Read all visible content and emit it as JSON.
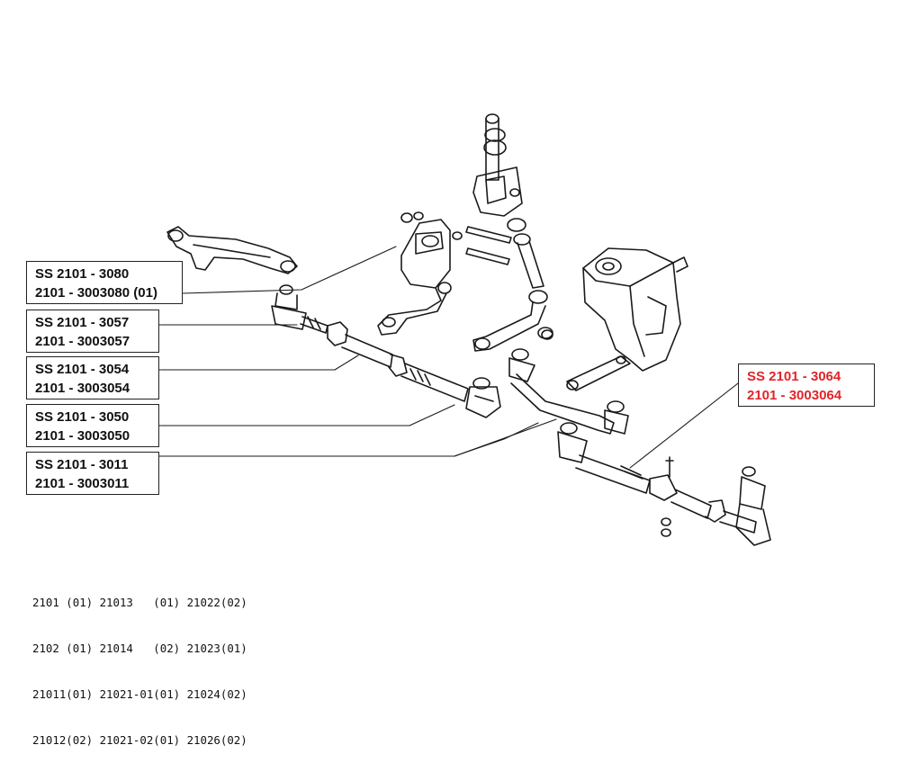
{
  "colors": {
    "part_ink": "#1a1a1a",
    "highlight": "#e0242a"
  },
  "labels": [
    {
      "part": "SS 2101 - 3080",
      "oem": "2101 - 3003080 (01)",
      "highlighted": false
    },
    {
      "part": "SS 2101 - 3057",
      "oem": "2101 - 3003057",
      "highlighted": false
    },
    {
      "part": "SS 2101 - 3054",
      "oem": "2101 - 3003054",
      "highlighted": false
    },
    {
      "part": "SS 2101 - 3050",
      "oem": "2101 - 3003050",
      "highlighted": false
    },
    {
      "part": "SS 2101 - 3011",
      "oem": "2101 - 3003011",
      "highlighted": false
    },
    {
      "part": "SS 2101 - 3064",
      "oem": "2101 - 3003064",
      "highlighted": true
    }
  ],
  "models": [
    "2101 (01) 21013   (01) 21022(02)",
    "2102 (01) 21014   (02) 21023(01)",
    "21011(01) 21021-01(01) 21024(02)",
    "21012(02) 21021-02(01) 21026(02)"
  ]
}
